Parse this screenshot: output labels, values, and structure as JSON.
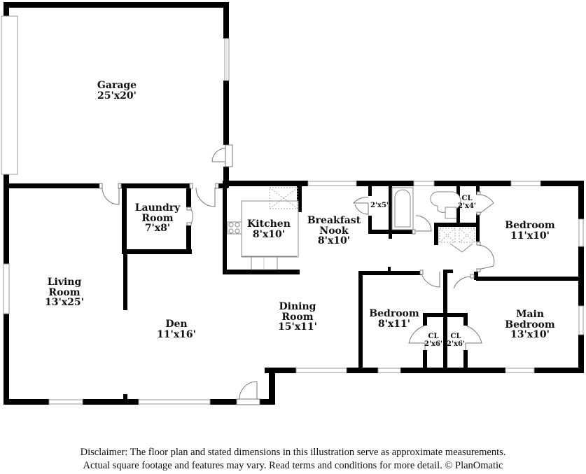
{
  "floorplan": {
    "rooms": [
      {
        "id": "garage",
        "name": "Garage",
        "dims": "25'x20'"
      },
      {
        "id": "laundry",
        "name": "Laundry Room",
        "name_lines": [
          "Laundry",
          "Room"
        ],
        "dims": "7'x8'"
      },
      {
        "id": "kitchen",
        "name": "Kitchen",
        "dims": "8'x10'"
      },
      {
        "id": "breakfast",
        "name": "Breakfast Nook",
        "name_lines": [
          "Breakfast",
          "Nook"
        ],
        "dims": "8'x10'"
      },
      {
        "id": "bedroom-ne",
        "name": "Bedroom",
        "dims": "11'x10'"
      },
      {
        "id": "living",
        "name": "Living Room",
        "name_lines": [
          "Living",
          "Room"
        ],
        "dims": "13'x25'"
      },
      {
        "id": "den",
        "name": "Den",
        "dims": "11'x16'"
      },
      {
        "id": "dining",
        "name": "Dining Room",
        "name_lines": [
          "Dining",
          "Room"
        ],
        "dims": "15'x11'"
      },
      {
        "id": "bedroom-s",
        "name": "Bedroom",
        "dims": "8'x11'"
      },
      {
        "id": "main-bedroom",
        "name": "Main Bedroom",
        "name_lines": [
          "Main",
          "Bedroom"
        ],
        "dims": "13'x10'"
      }
    ],
    "closets": [
      {
        "id": "hall-closet",
        "name": "",
        "dims": "2'x5'"
      },
      {
        "id": "bath-closet",
        "name": "CL",
        "dims": "2'x4'"
      },
      {
        "id": "bedroom-closet",
        "name": "CL",
        "dims": "2'x6'"
      },
      {
        "id": "main-closet",
        "name": "CL",
        "dims": "2'x6'"
      }
    ]
  },
  "disclaimer": {
    "line1": "Disclaimer: The floor plan and stated dimensions in this illustration serve as approximate measurements.",
    "line2": "Actual square footage and features may vary. Read terms and conditions for more detail. © PlanOmatic"
  }
}
